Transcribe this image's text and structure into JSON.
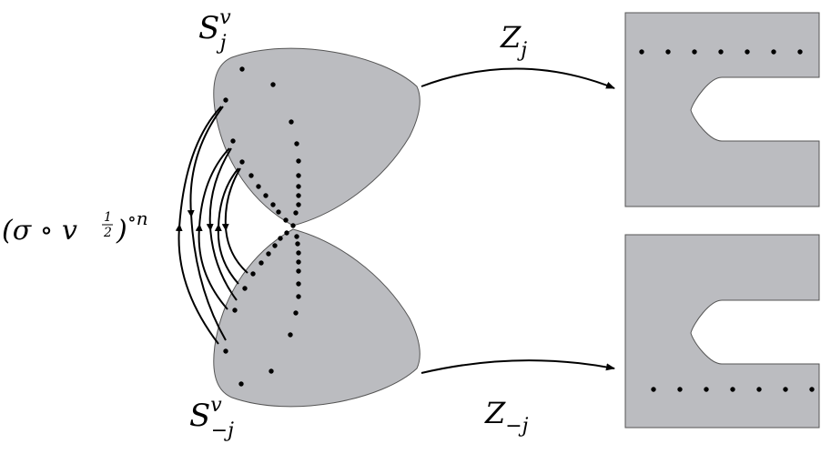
{
  "labels": {
    "upper_set": "S",
    "upper_set_sup": "v",
    "upper_set_sub": "j",
    "lower_set": "S",
    "lower_set_sup": "v",
    "lower_set_sub": "−j",
    "upper_map": "Z",
    "upper_map_sub": "j",
    "lower_map": "Z",
    "lower_map_sub": "−j",
    "iteration_open": "(σ ∘ v",
    "iteration_exp_num": "1",
    "iteration_exp_den": "2",
    "iteration_close": ")",
    "iteration_power": "∘n"
  },
  "colors": {
    "region_fill": "#bbbcc0",
    "ink": "#000000"
  }
}
